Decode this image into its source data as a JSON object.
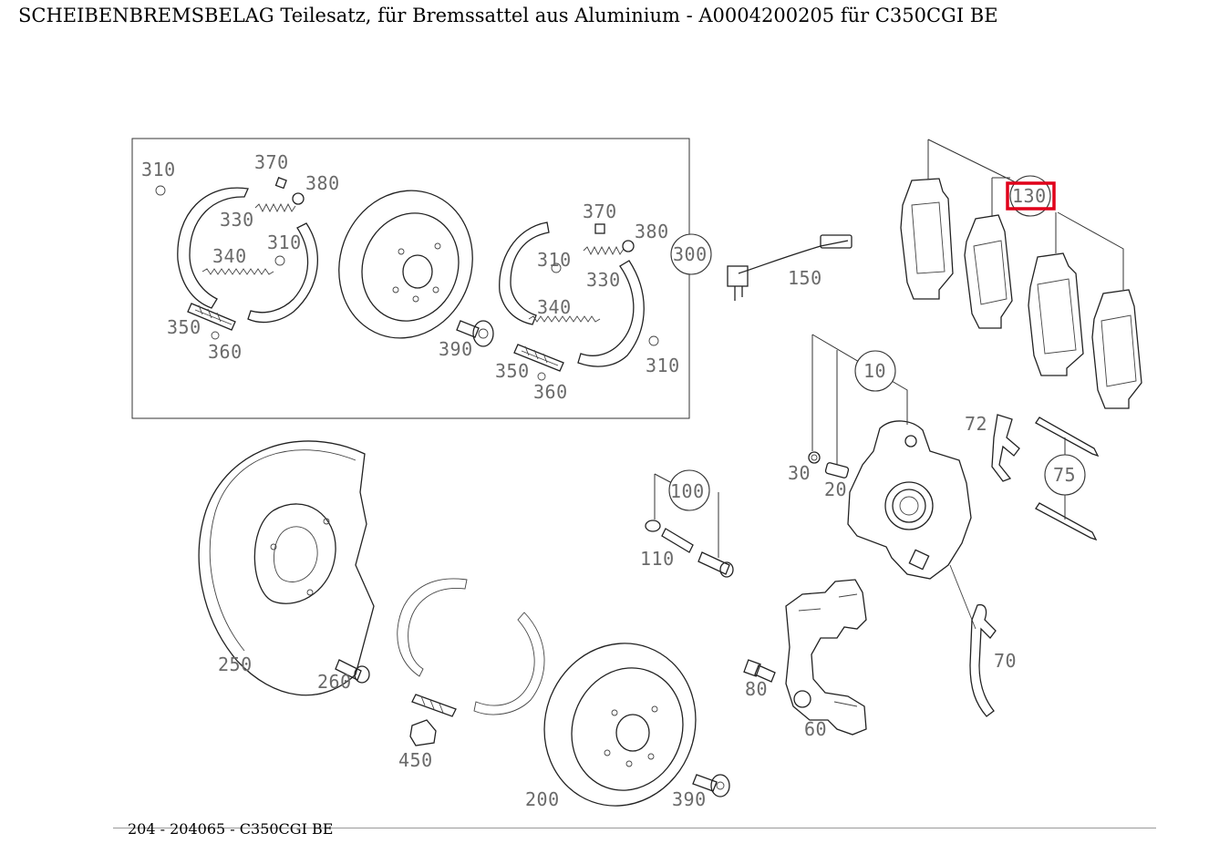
{
  "page": {
    "title": "SCHEIBENBREMSBELAG Teilesatz, für Bremssattel aus Aluminium - A0004200205 für C350CGI BE",
    "footer": "204 - 204065 - C350CGI BE"
  },
  "highlight": {
    "part": "130",
    "color": "#e0001a"
  },
  "labels": {
    "p310a": "310",
    "p370a": "370",
    "p380a": "380",
    "p330a": "330",
    "p310b": "310",
    "p340a": "340",
    "p350a": "350",
    "p360a": "360",
    "p370b": "370",
    "p380b": "380",
    "p310c": "310",
    "p330b": "330",
    "p340b": "340",
    "p390a": "390",
    "p350b": "350",
    "p360b": "360",
    "p310d": "310",
    "p300": "300",
    "p150": "150",
    "p130": "130",
    "p10": "10",
    "p72": "72",
    "p30": "30",
    "p20": "20",
    "p75": "75",
    "p100": "100",
    "p110": "110",
    "p250": "250",
    "p260": "260",
    "p70": "70",
    "p80": "80",
    "p60": "60",
    "p450": "450",
    "p200": "200",
    "p390b": "390"
  }
}
